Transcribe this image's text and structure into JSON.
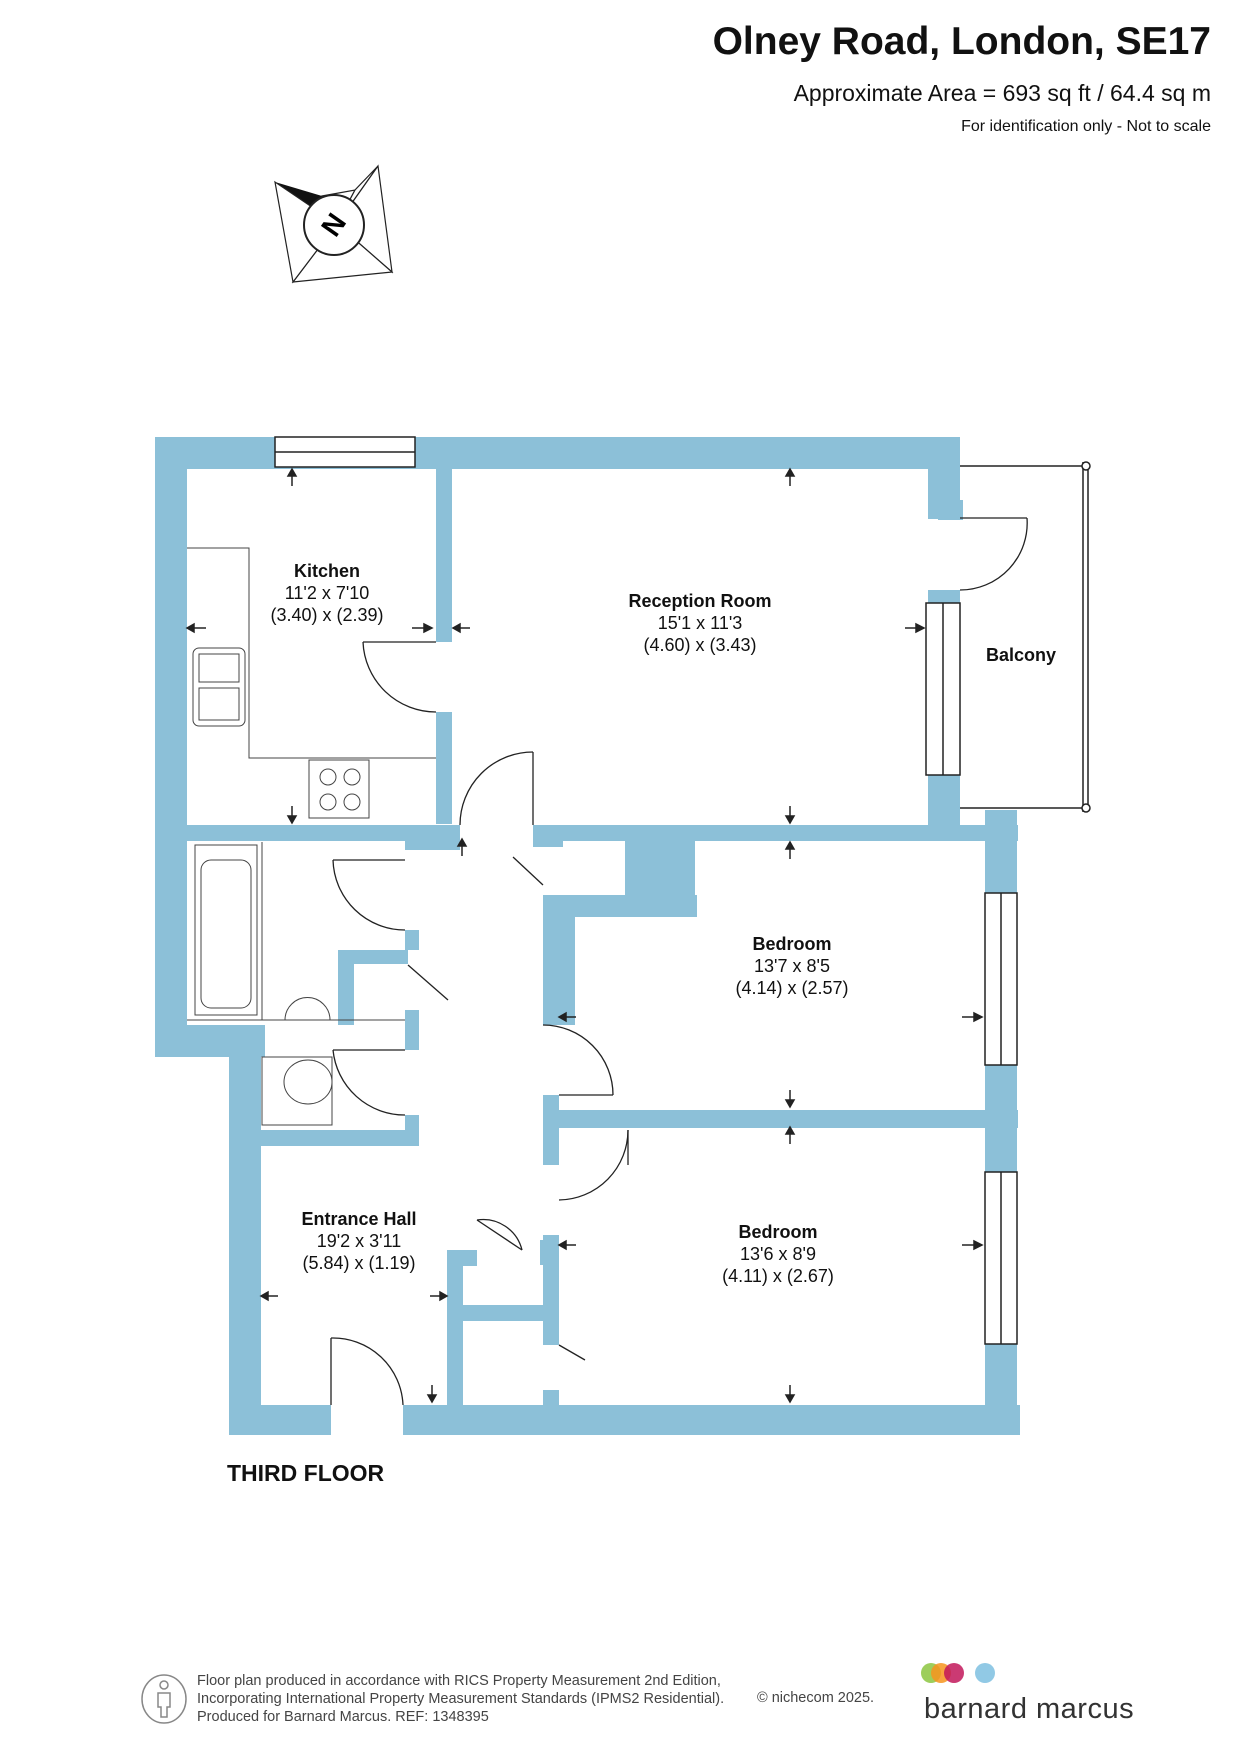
{
  "header": {
    "title": "Olney Road, London, SE17",
    "area": "Approximate Area = 693 sq ft / 64.4 sq m",
    "note": "For identification only - Not to scale"
  },
  "compass": {
    "letter": "N"
  },
  "rooms": {
    "kitchen": {
      "name": "Kitchen",
      "imperial": "11'2 x 7'10",
      "metric": "(3.40) x (2.39)"
    },
    "reception": {
      "name": "Reception Room",
      "imperial": "15'1 x 11'3",
      "metric": "(4.60) x (3.43)"
    },
    "balcony": {
      "name": "Balcony"
    },
    "bedroom1": {
      "name": "Bedroom",
      "imperial": "13'7 x 8'5",
      "metric": "(4.14) x (2.57)"
    },
    "bedroom2": {
      "name": "Bedroom",
      "imperial": "13'6 x 8'9",
      "metric": "(4.11) x (2.67)"
    },
    "hall": {
      "name": "Entrance Hall",
      "imperial": "19'2 x 3'11",
      "metric": "(5.84) x (1.19)"
    }
  },
  "floor_label": "THIRD FLOOR",
  "footer": {
    "line1": "Floor plan produced in accordance with RICS Property Measurement 2nd Edition,",
    "line2": "Incorporating International Property Measurement Standards (IPMS2 Residential).",
    "line3": "Produced for Barnard Marcus.   REF:  1348395",
    "copyright": "© nichecom 2025."
  },
  "brand": {
    "name": "barnard marcus",
    "dot_colors": [
      "#8cc63f",
      "#f7941d",
      "#c2185b",
      "#7ec0e0"
    ]
  },
  "colors": {
    "wall": "#8cc0d8",
    "line": "#222222"
  }
}
